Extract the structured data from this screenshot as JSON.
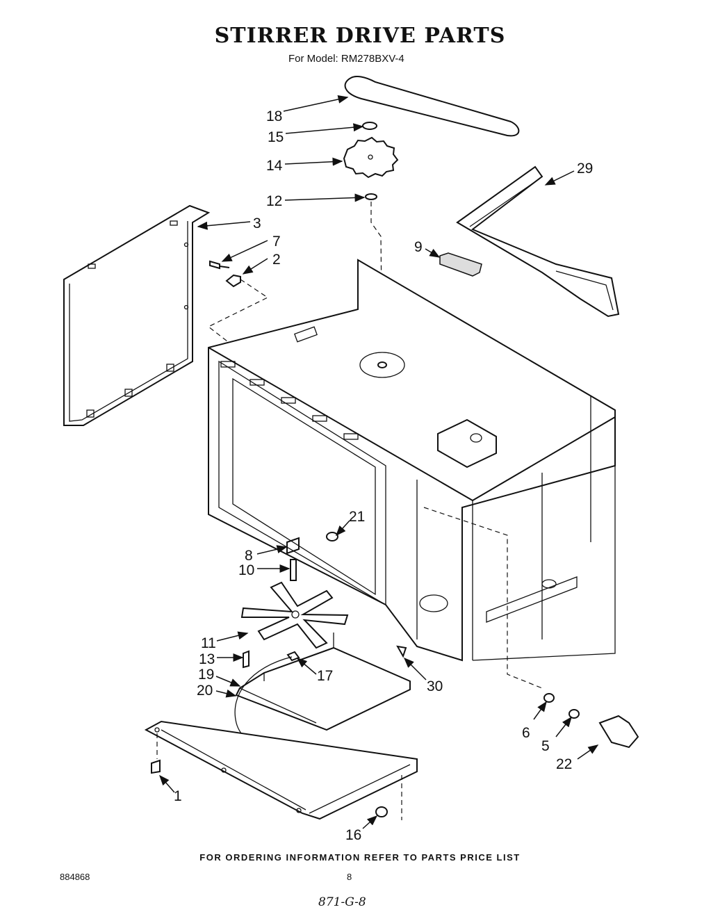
{
  "header": {
    "title": "STIRRER DRIVE PARTS",
    "subtitle": "For Model: RM278BXV-4"
  },
  "footer": {
    "ordering_note": "FOR ORDERING INFORMATION REFER TO PARTS PRICE LIST",
    "doc_number": "884868",
    "page_number": "8",
    "handwritten_note": "871-G-8"
  },
  "callouts": [
    "18",
    "15",
    "14",
    "12",
    "3",
    "7",
    "2",
    "29",
    "9",
    "21",
    "8",
    "10",
    "11",
    "13",
    "19",
    "20",
    "17",
    "30",
    "6",
    "5",
    "22",
    "1",
    "16"
  ]
}
